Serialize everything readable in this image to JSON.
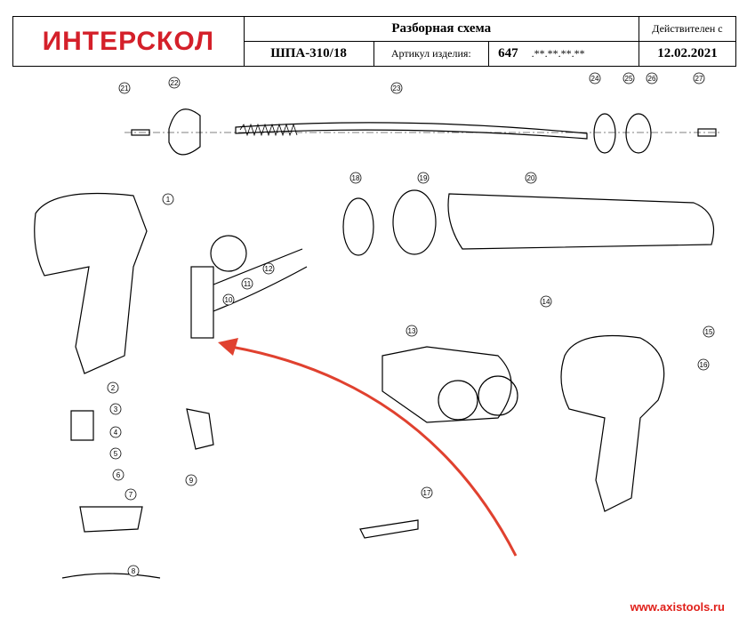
{
  "header": {
    "logo_text": "ИНТЕРСКОЛ",
    "title": "Разборная схема",
    "valid_from_label": "Действителен с",
    "model": "ШПА-310/18",
    "article_label": "Артикул изделия:",
    "article_prefix": "647",
    "article_mask": ".**.**.**.**",
    "date": "12.02.2021"
  },
  "callouts": [
    "1",
    "2",
    "3",
    "4",
    "5",
    "6",
    "7",
    "8",
    "9",
    "10",
    "11",
    "12",
    "13",
    "14",
    "15",
    "16",
    "17",
    "18",
    "19",
    "20",
    "21",
    "22",
    "23",
    "24",
    "25",
    "26",
    "27"
  ],
  "footer": {
    "website": "www.axistools.ru"
  },
  "colors": {
    "brand": "#d4202a",
    "arrow": "#e0412f"
  }
}
